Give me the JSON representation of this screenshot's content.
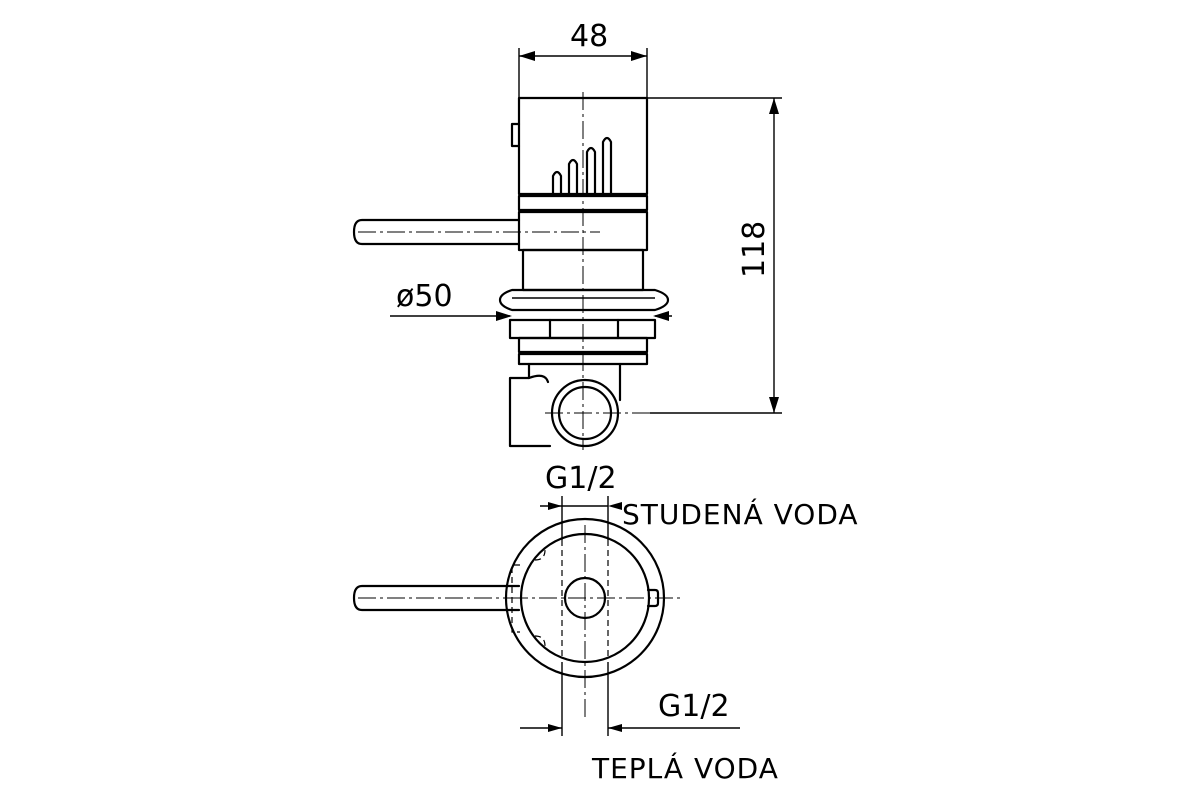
{
  "dimensions": {
    "width": "48",
    "height": "118",
    "diameter": "ø50",
    "thread_top": "G1/2",
    "thread_bottom": "G1/2"
  },
  "labels": {
    "cold_water": "STUDENÁ VODA",
    "hot_water": "TEPLÁ VODA"
  }
}
